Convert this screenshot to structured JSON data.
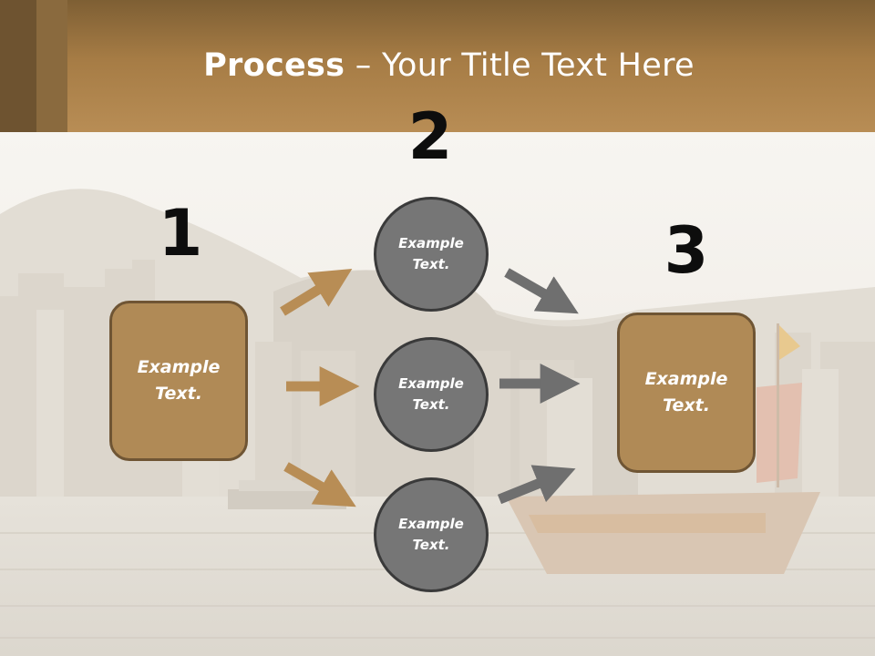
{
  "title": {
    "bold": "Process",
    "rest": " – Your Title Text Here"
  },
  "steps": [
    {
      "number": "1",
      "label": "Example Text."
    },
    {
      "number": "2",
      "items": [
        "Example Text.",
        "Example Text.",
        "Example Text."
      ]
    },
    {
      "number": "3",
      "label": "Example Text."
    }
  ],
  "colors": {
    "header": "#a67c45",
    "box_fill": "#b08a56",
    "circle_fill": "#767676",
    "arrow_in": "#b88d55",
    "arrow_out": "#6f6f6f"
  }
}
